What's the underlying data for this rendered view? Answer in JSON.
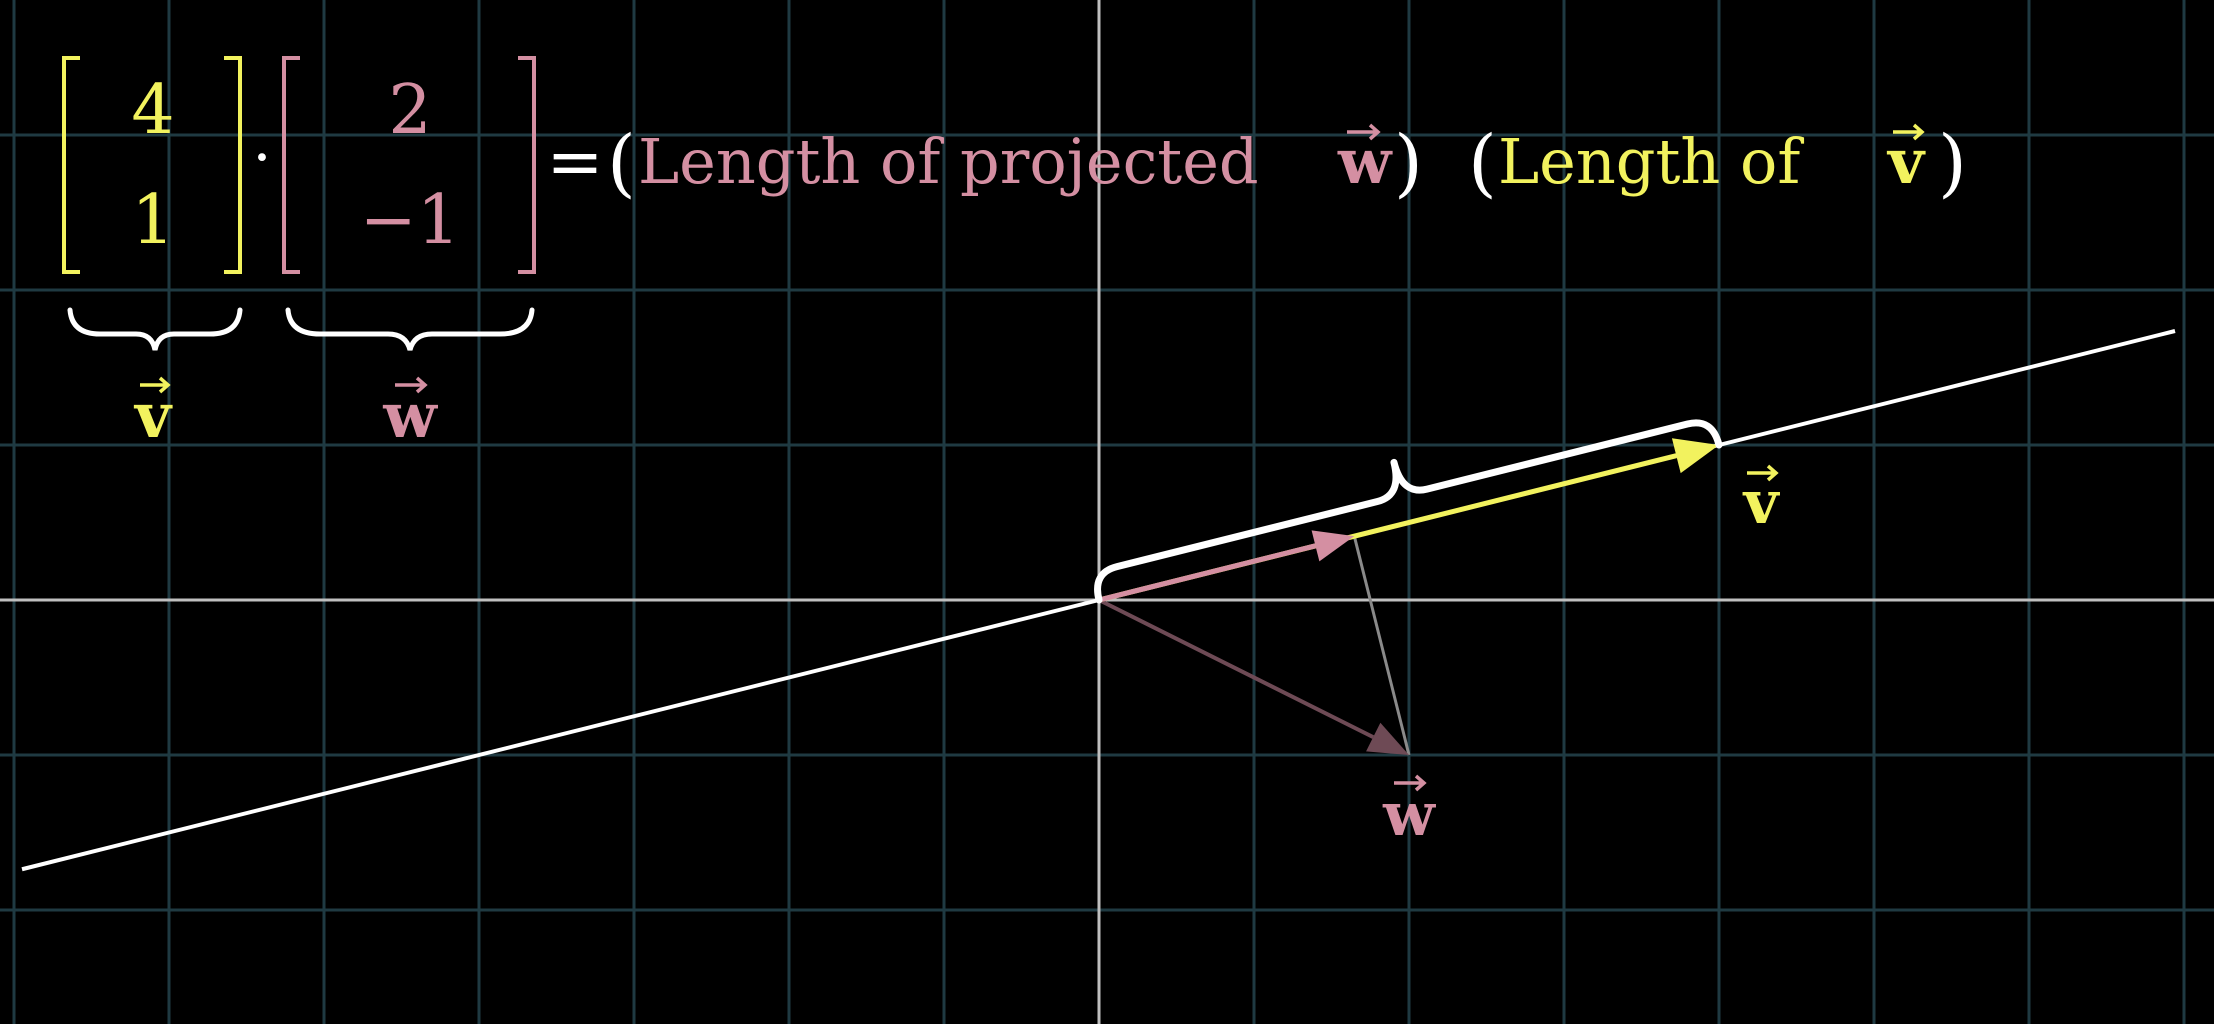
{
  "colors": {
    "background": "#000000",
    "grid": "#1f3a42",
    "axis": "#bfbfbf",
    "v_color": "#f2f25e",
    "w_color": "#d48fa2",
    "w_dim_color": "#6e4a55",
    "line_color": "#ffffff",
    "brace_color": "#ffffff",
    "projection_line": "#8a8a8a"
  },
  "equation": {
    "v_top": "4",
    "v_bottom": "1",
    "dot": "·",
    "w_top": "2",
    "w_bottom": "−1",
    "equals": "=",
    "open_paren_1": "(",
    "term1_text": "Length of projected ",
    "term1_vec": "w",
    "close_paren_1": ")",
    "open_paren_2": "(",
    "term2_text": "Length of ",
    "term2_vec": "v",
    "close_paren_2": ")"
  },
  "under_labels": {
    "v_label": "v",
    "w_label": "w"
  },
  "plot_labels": {
    "v_label": "v",
    "w_label": "w"
  },
  "vectors": {
    "v": [
      4,
      1
    ],
    "w": [
      2,
      -1
    ],
    "projection_of_w": [
      1.647,
      0.412
    ]
  }
}
